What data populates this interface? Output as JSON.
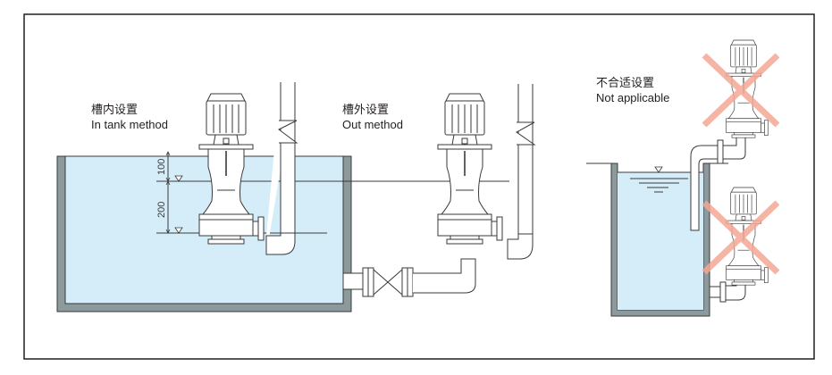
{
  "panels": {
    "in_tank": {
      "label_zh": "槽内设置",
      "label_en": "In tank method",
      "status": "applicable"
    },
    "out_tank": {
      "label_zh": "槽外设置",
      "label_en": "Out method",
      "status": "applicable"
    },
    "not_applicable": {
      "label_zh": "不合适设置",
      "label_en": "Not applicable",
      "status": "not applicable"
    }
  },
  "dimensions": {
    "upper": "100",
    "lower": "200"
  },
  "colors": {
    "frame": "#231f20",
    "water": "#d4edf8",
    "tank_wall": "#8c9a9e",
    "line": "#3a3a3a",
    "cross": "#f4a795"
  }
}
